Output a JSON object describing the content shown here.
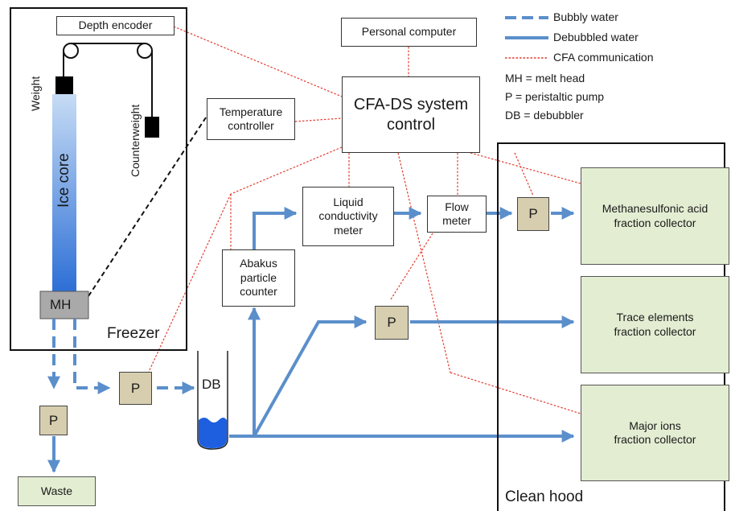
{
  "legend": {
    "bubbly_water": "Bubbly water",
    "debubbled_water": "Debubbled water",
    "cfa_communication": "CFA communication",
    "mh_def": "MH = melt head",
    "p_def": "P = peristaltic pump",
    "db_def": "DB = debubbler"
  },
  "freezer": {
    "label": "Freezer",
    "depth_encoder": "Depth encoder",
    "weight": "Weight",
    "counterweight": "Counterweight",
    "ice_core": "Ice core",
    "melt_head": "MH"
  },
  "clean_hood": {
    "label": "Clean hood"
  },
  "nodes": {
    "personal_computer": "Personal computer",
    "system_control": "CFA-DS system\ncontrol",
    "temperature_controller": "Temperature\ncontroller",
    "liquid_conductivity": "Liquid\nconductivity\nmeter",
    "flow_meter": "Flow\nmeter",
    "abakus": "Abakus\nparticle\ncounter",
    "debubbler": "DB",
    "waste": "Waste",
    "pump": "P"
  },
  "collectors": {
    "msa": "Methanesulfonic acid\nfraction collector",
    "trace": "Trace elements\nfraction collector",
    "major": "Major ions\nfraction collector"
  },
  "colors": {
    "water_line": "#5b8fcb",
    "communication_line": "#e23b2e",
    "collector_fill": "#e3edd2",
    "pump_fill": "#d6ceaf",
    "melt_head_fill": "#a9a9a9",
    "debubbler_water": "#1e5fe0"
  }
}
